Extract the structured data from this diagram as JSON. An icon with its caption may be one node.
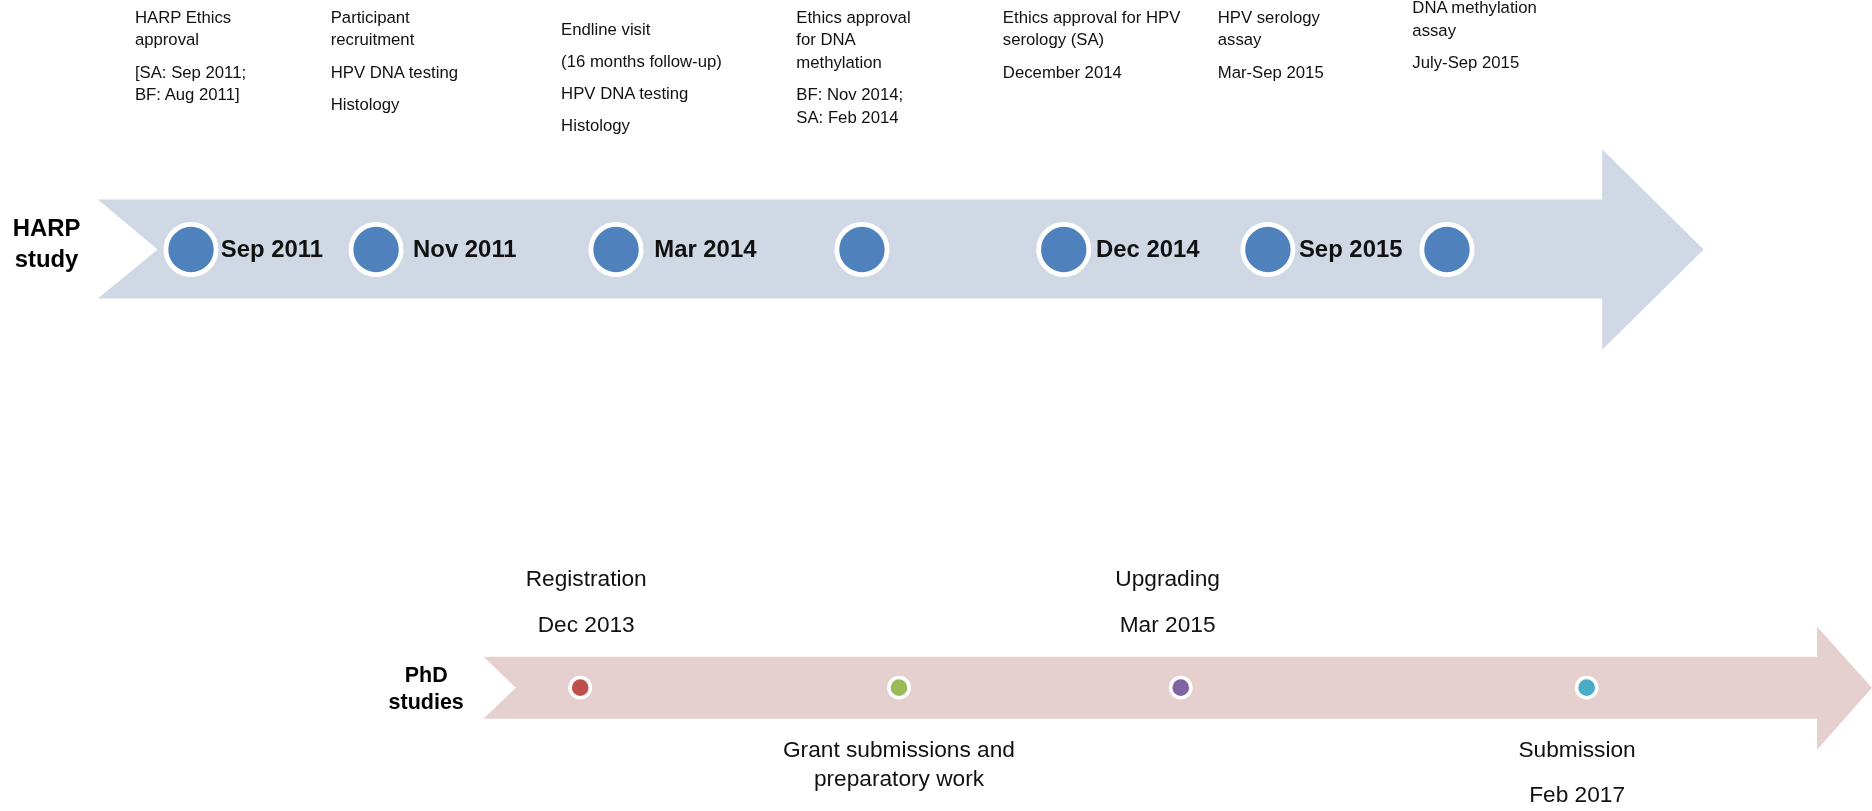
{
  "diagram": {
    "nodes": [
      {
        "text": [
          "HARP study"
        ]
      },
      {
        "text": [],
        "shape": "circle",
        "in": 0,
        "beside": [
          "HARP Ethics approval",
          "[SA: Sep 2011; BF: Aug 2011]",
          "Sep 2011"
        ]
      },
      {
        "text": [],
        "shape": "circle",
        "in": 0,
        "beside": [
          "Participant recruitment",
          "HPV DNA testing",
          "Histology",
          "Nov 2011"
        ]
      },
      {
        "text": [],
        "shape": "circle",
        "in": 0,
        "beside": [
          "Endline visit",
          "(16 months follow-up)",
          "HPV DNA testing",
          "Histology",
          "Mar 2014"
        ]
      },
      {
        "text": [],
        "shape": "circle",
        "in": 0,
        "beside": [
          "Ethics approval for DNA methylation",
          "BF: Nov 2014; SA: Feb 2014"
        ]
      },
      {
        "text": [],
        "shape": "circle",
        "in": 0,
        "beside": [
          "Ethics approval for HPV serology (SA)",
          "December 2014",
          "Dec 2014"
        ]
      },
      {
        "text": [],
        "shape": "circle",
        "in": 0,
        "beside": [
          "HPV serology assay",
          "Mar-Sep 2015",
          "Sep 2015"
        ]
      },
      {
        "text": [],
        "shape": "circle",
        "in": 0,
        "beside": [
          "DNA methylation assay",
          "July-Sep 2015"
        ]
      },
      {
        "text": [
          "PhD studies"
        ]
      },
      {
        "text": [],
        "shape": "circle",
        "in": 8,
        "beside": [
          "Registration",
          "Dec 2013"
        ]
      },
      {
        "text": [],
        "shape": "circle",
        "in": 8,
        "beside": [
          "Grant submissions and preparatory work"
        ]
      },
      {
        "text": [],
        "shape": "circle",
        "in": 8,
        "beside": [
          "Upgrading",
          "Mar 2015"
        ]
      },
      {
        "text": [],
        "shape": "circle",
        "in": 8,
        "beside": [
          "Submission",
          "Feb 2017"
        ]
      }
    ],
    "edges": []
  }
}
